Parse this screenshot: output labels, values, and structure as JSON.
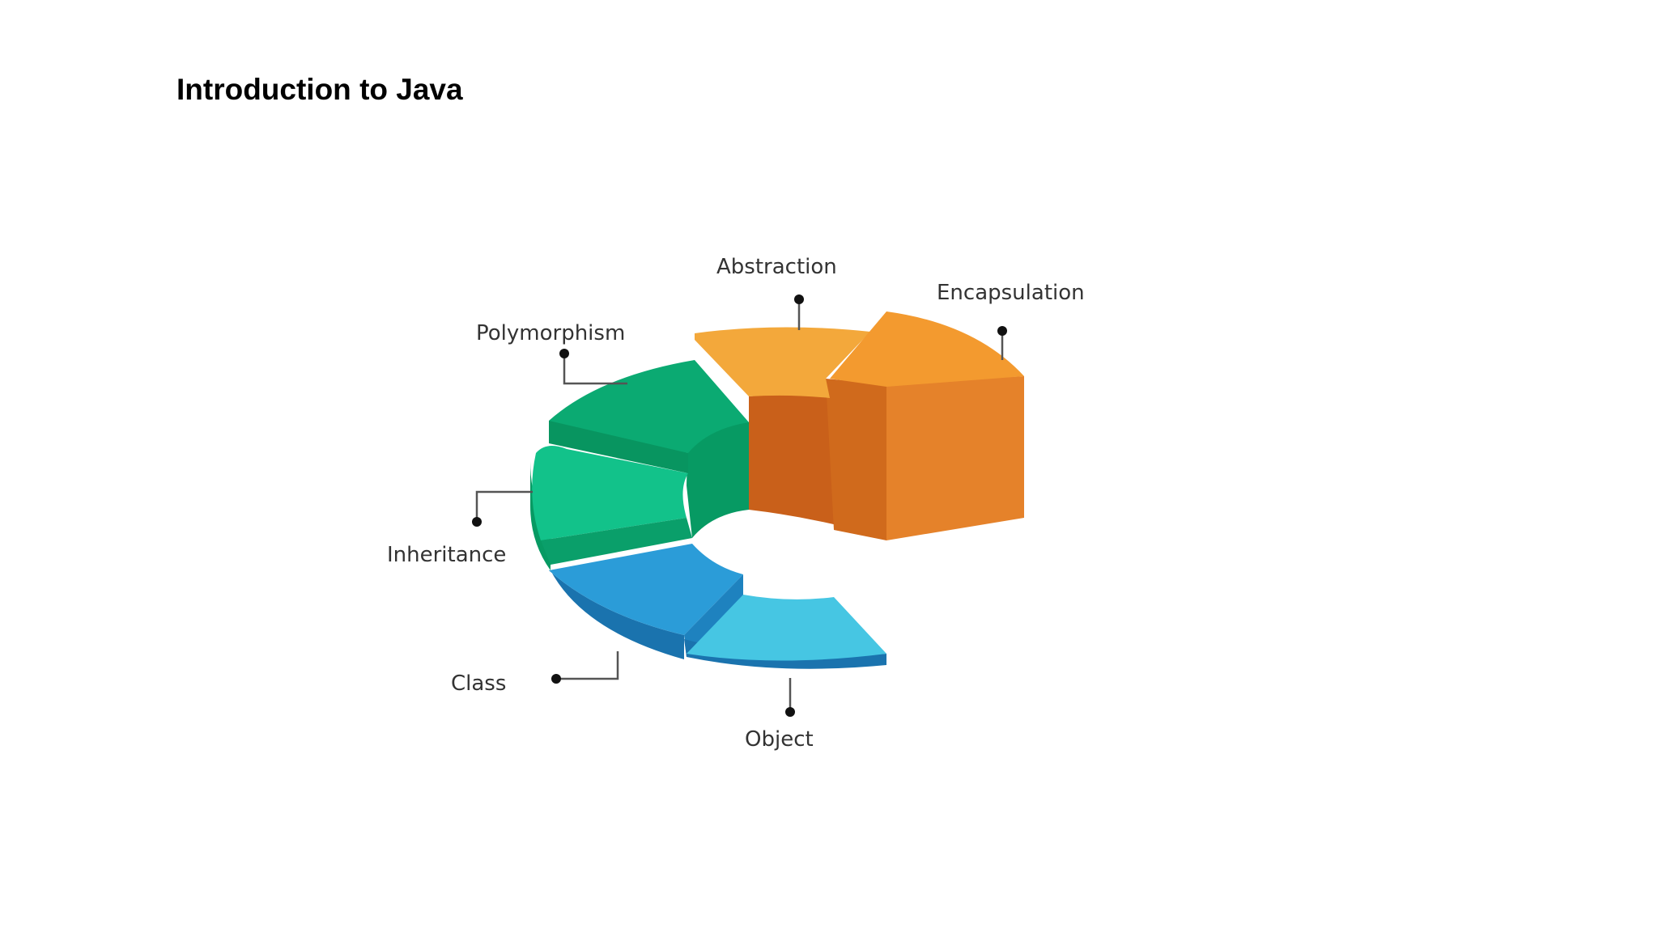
{
  "title": "Introduction to Java",
  "concepts": [
    {
      "key": "abstraction",
      "label": "Abstraction",
      "color": "#F3A83B"
    },
    {
      "key": "encapsulation",
      "label": "Encapsulation",
      "color": "#F39A2F"
    },
    {
      "key": "polymorphism",
      "label": "Polymorphism",
      "color": "#0BAA72"
    },
    {
      "key": "inheritance",
      "label": "Inheritance",
      "color": "#12C28A"
    },
    {
      "key": "class",
      "label": "Class",
      "color": "#2B9CD8"
    },
    {
      "key": "object",
      "label": "Object",
      "color": "#46C6E3"
    }
  ]
}
